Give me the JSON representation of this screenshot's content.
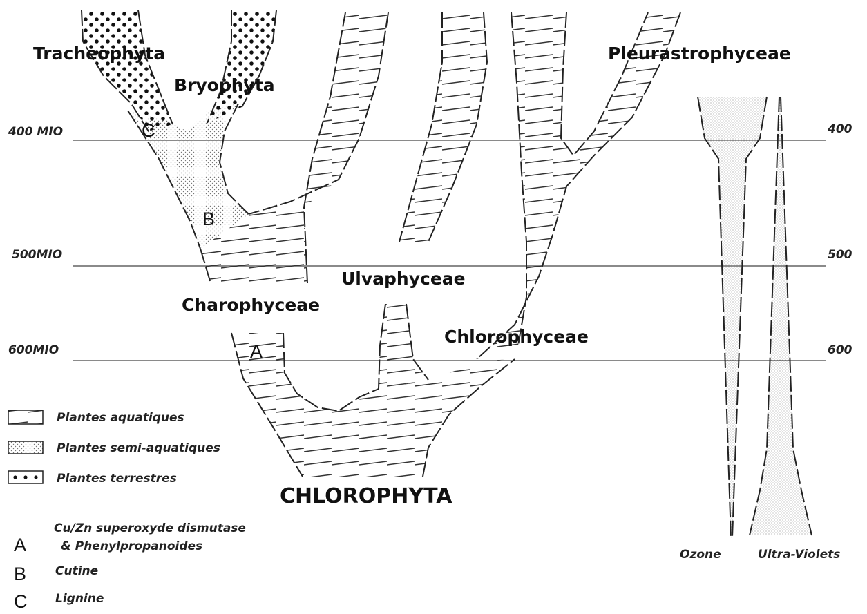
{
  "time_axis": {
    "left_labels": [
      "400 MIO",
      "500MIO",
      "600MIO"
    ],
    "right_labels": [
      "400",
      "500",
      "600"
    ]
  },
  "taxa": {
    "tracheophyta": "Tracheophyta",
    "bryophyta": "Bryophyta",
    "pleurastrophyceae": "Pleurastrophyceae",
    "ulvaphyceae": "Ulvaphyceae",
    "charophyceae": "Charophyceae",
    "chlorophyceae": "Chlorophyceae",
    "chlorophyta": "CHLOROPHYTA"
  },
  "markers": {
    "a": "A",
    "b": "B",
    "c": "C"
  },
  "legend": {
    "aquatic": "Plantes aquatiques",
    "semi_aquatic": "Plantes semi-aquatiques",
    "terrestrial": "Plantes terrestres"
  },
  "key": [
    {
      "letter": "A",
      "line1": "Cu/Zn  superoxyde dismutase",
      "line2": "& Phenylpropanoides"
    },
    {
      "letter": "B",
      "line1": "Cutine"
    },
    {
      "letter": "C",
      "line1": "Lignine"
    }
  ],
  "environment": {
    "ozone": "Ozone",
    "uv": "Ultra-Violets"
  },
  "colors": {
    "ink": "#222222",
    "stipple": "#8a8a8a",
    "background": "#ffffff"
  }
}
